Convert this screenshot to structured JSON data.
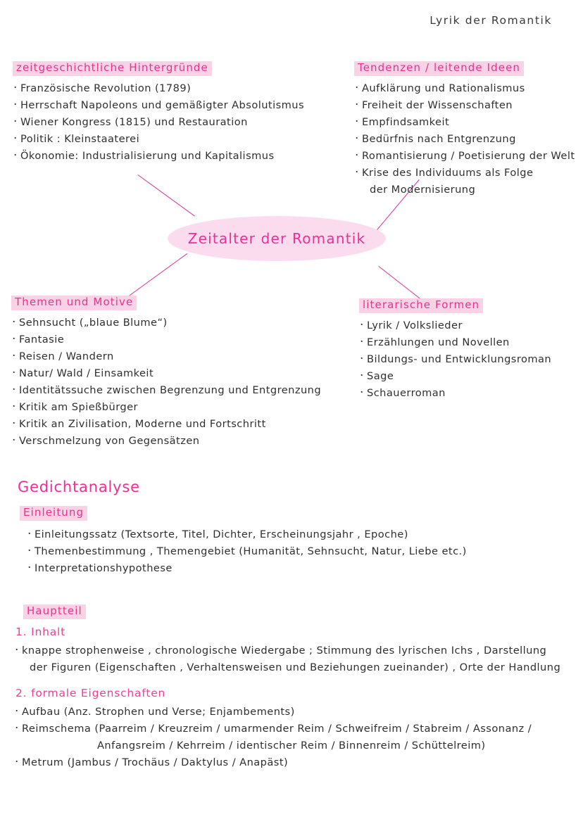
{
  "page": {
    "title": "Lyrik der Romantik",
    "colors": {
      "highlight_bg": "#f9d2e5",
      "heading_magenta": "#ec3f98",
      "ellipse_fill": "#fbdcee",
      "ellipse_text": "#ed2f94",
      "connector": "#d6339a",
      "body_text": "#2f2f2f"
    }
  },
  "mindmap": {
    "center": {
      "label": "Zeitalter der Romantik"
    },
    "blocks": [
      {
        "id": "zeitgeschichtliche-hintergruende",
        "header": "zeitgeschichtliche  Hintergründe",
        "items": [
          "Französische  Revolution  (1789)",
          "Herrschaft  Napoleons  und  gemäßigter  Absolutismus",
          "Wiener  Kongress  (1815)  und  Restauration",
          "Politik : Kleinstaaterei",
          "Ökonomie: Industrialisierung  und  Kapitalismus"
        ]
      },
      {
        "id": "tendenzen-leitende-ideen",
        "header": "Tendenzen / leitende  Ideen",
        "items": [
          "Aufklärung  und  Rationalismus",
          "Freiheit  der  Wissenschaften",
          "Empfindsamkeit",
          "Bedürfnis  nach  Entgrenzung",
          "Romantisierung / Poetisierung  der  Welt",
          "Krise  des  Individuums  als  Folge",
          "der  Modernisierung"
        ],
        "continuation_indices": [
          6
        ]
      },
      {
        "id": "themen-und-motive",
        "header": "Themen  und  Motive",
        "items": [
          "Sehnsucht  („blaue  Blume“)",
          "Fantasie",
          "Reisen / Wandern",
          "Natur/ Wald / Einsamkeit",
          "Identitätssuche  zwischen  Begrenzung  und  Entgrenzung",
          "Kritik  am  Spießbürger",
          "Kritik  an  Zivilisation,  Moderne  und  Fortschritt",
          "Verschmelzung  von  Gegensätzen"
        ]
      },
      {
        "id": "literarische-formen",
        "header": "literarische  Formen",
        "items": [
          "Lyrik / Volkslieder",
          "Erzählungen  und  Novellen",
          "Bildungs-  und  Entwicklungsroman",
          "Sage",
          "Schauerroman"
        ]
      }
    ]
  },
  "analysis": {
    "title": "Gedichtanalyse",
    "sections": [
      {
        "id": "einleitung",
        "header": "Einleitung",
        "items": [
          "Einleitungssatz (Textsorte, Titel, Dichter, Erscheinungsjahr , Epoche)",
          "Themenbestimmung ,  Themengebiet (Humanität, Sehnsucht, Natur, Liebe  etc.)",
          "Interpretationshypothese"
        ]
      },
      {
        "id": "hauptteil",
        "header": "Hauptteil",
        "subsections": [
          {
            "id": "inhalt",
            "number_title": "1. Inhalt",
            "items": [
              "knappe  strophenweise , chronologische  Wiedergabe ; Stimmung  des  lyrischen  Ichs , Darstellung",
              "der  Figuren  (Eigenschaften , Verhaltensweisen  und  Beziehungen  zueinander) , Orte  der  Handlung"
            ],
            "continuation_indices": [
              1
            ]
          },
          {
            "id": "formale-eigenschaften",
            "number_title": "2. formale  Eigenschaften",
            "items": [
              "Aufbau  (Anz. Strophen  und  Verse; Enjambements)",
              "Reimschema   (Paarreim / Kreuzreim / umarmender  Reim / Schweifreim / Stabreim / Assonanz /",
              "Anfangsreim / Kehrreim / identischer  Reim / Binnenreim / Schüttelreim)",
              "Metrum   (Jambus / Trochäus / Daktylus / Anapäst)"
            ],
            "continuation_indices": [
              2
            ]
          }
        ]
      }
    ]
  }
}
